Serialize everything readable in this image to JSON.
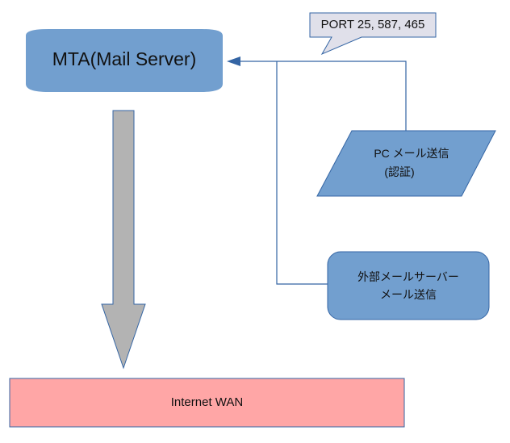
{
  "diagram": {
    "nodes": {
      "mta": {
        "label": "MTA(Mail Server)",
        "shape": "can",
        "fill": "#729fcf"
      },
      "port_callout": {
        "label": "PORT 25, 587, 465",
        "shape": "callout",
        "fill": "#e0e0ea"
      },
      "pc_send": {
        "line1": "PC メール送信",
        "line2": "(認証)",
        "shape": "parallelogram",
        "fill": "#729fcf"
      },
      "external_send": {
        "line1": "外部メールサーバー",
        "line2": "メール送信",
        "shape": "rounded-rectangle",
        "fill": "#729fcf"
      },
      "internet": {
        "label": "Internet WAN",
        "shape": "rectangle",
        "fill": "#ffa6a6"
      }
    },
    "edges": [
      {
        "from": "pc_send",
        "to": "mta",
        "style": "elbow-arrow"
      },
      {
        "from": "external_send",
        "to": "mta",
        "style": "elbow-arrow"
      },
      {
        "from": "mta",
        "to": "internet",
        "style": "block-arrow",
        "fill": "#b3b3b3"
      }
    ],
    "colors": {
      "line": "#3465a4",
      "shape_fill": "#729fcf",
      "internet_fill": "#ffa6a6",
      "block_arrow": "#b3b3b3"
    }
  }
}
